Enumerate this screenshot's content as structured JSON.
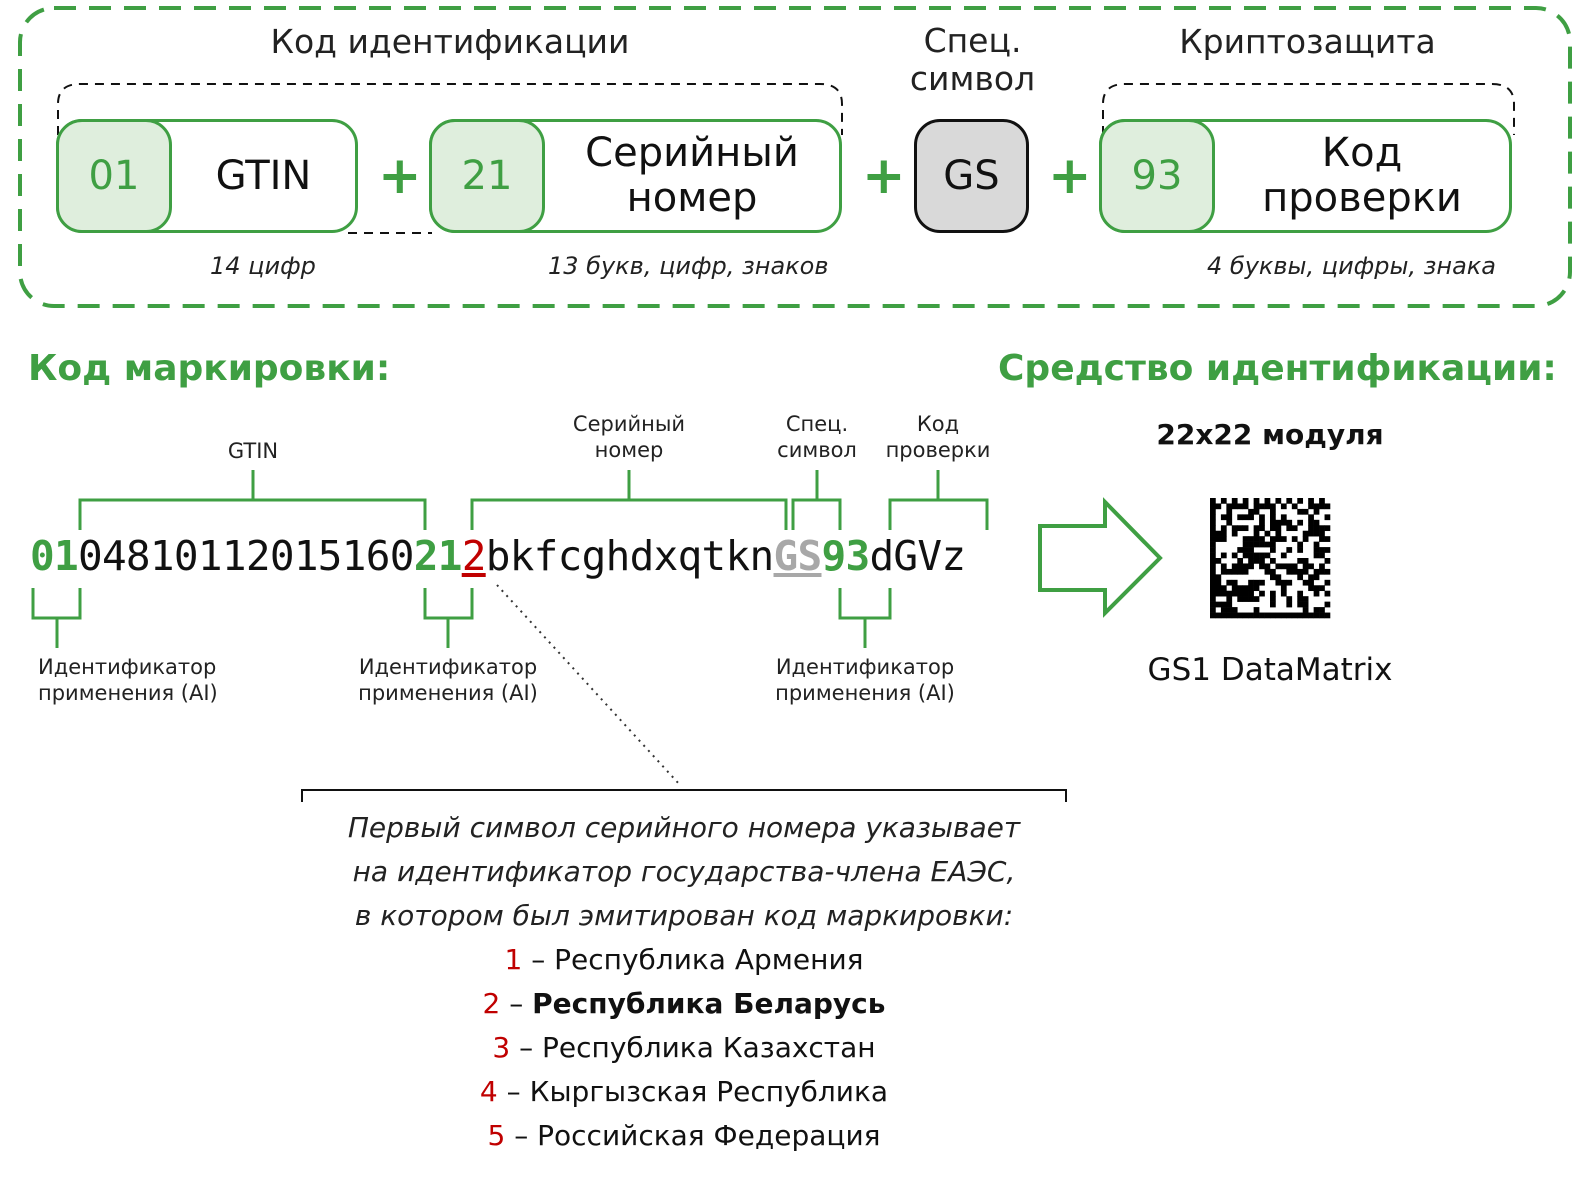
{
  "top": {
    "id_code_header": "Код идентификации",
    "special_header": "Спец.\nсимвол",
    "crypto_header": "Криптозащита",
    "gtin_ai": "01",
    "gtin_label": "GTIN",
    "serial_ai": "21",
    "serial_label": "Серийный\nномер",
    "gs_label": "GS",
    "check_ai": "93",
    "check_label": "Код\nпроверки",
    "plus": "+",
    "note_gtin": "14 цифр",
    "note_serial": "13 букв, цифр, знаков",
    "note_check": "4 буквы, цифры, знака"
  },
  "marking": {
    "title": "Код маркировки:",
    "code_parts": [
      "01",
      "04810112015160",
      "21",
      "2",
      "bkfcghdxqtkn",
      "GS",
      "93",
      "dGVz"
    ],
    "label_gtin": "GTIN",
    "label_serial": "Серийный\nномер",
    "label_special": "Спец.\nсимвол",
    "label_check": "Код\nпроверки",
    "ai_caption": "Идентификатор\nприменения (AI)"
  },
  "means": {
    "title": "Средство идентификации:",
    "modules": "22x22 модуля",
    "barcode_name": "GS1 DataMatrix"
  },
  "explanation": {
    "line1": "Первый символ серийного номера указывает",
    "line2": "на идентификатор государства-члена ЕАЭС,",
    "line3": "в котором был эмитирован код маркировки:",
    "countries": [
      {
        "num": "1",
        "dash": " – ",
        "name": "Республика Армения"
      },
      {
        "num": "2",
        "dash": " – ",
        "name": "Республика Беларусь"
      },
      {
        "num": "3",
        "dash": " – ",
        "name": "Республика Казахстан"
      },
      {
        "num": "4",
        "dash": " – ",
        "name": "Кыргызская Республика"
      },
      {
        "num": "5",
        "dash": " – ",
        "name": "Российская Федерация"
      }
    ]
  },
  "colors": {
    "green": "#3f9f43",
    "light_green": "#dfeedd",
    "red": "#c00000",
    "gray": "#a8a8a8",
    "gs_fill": "#d9d9d9"
  }
}
